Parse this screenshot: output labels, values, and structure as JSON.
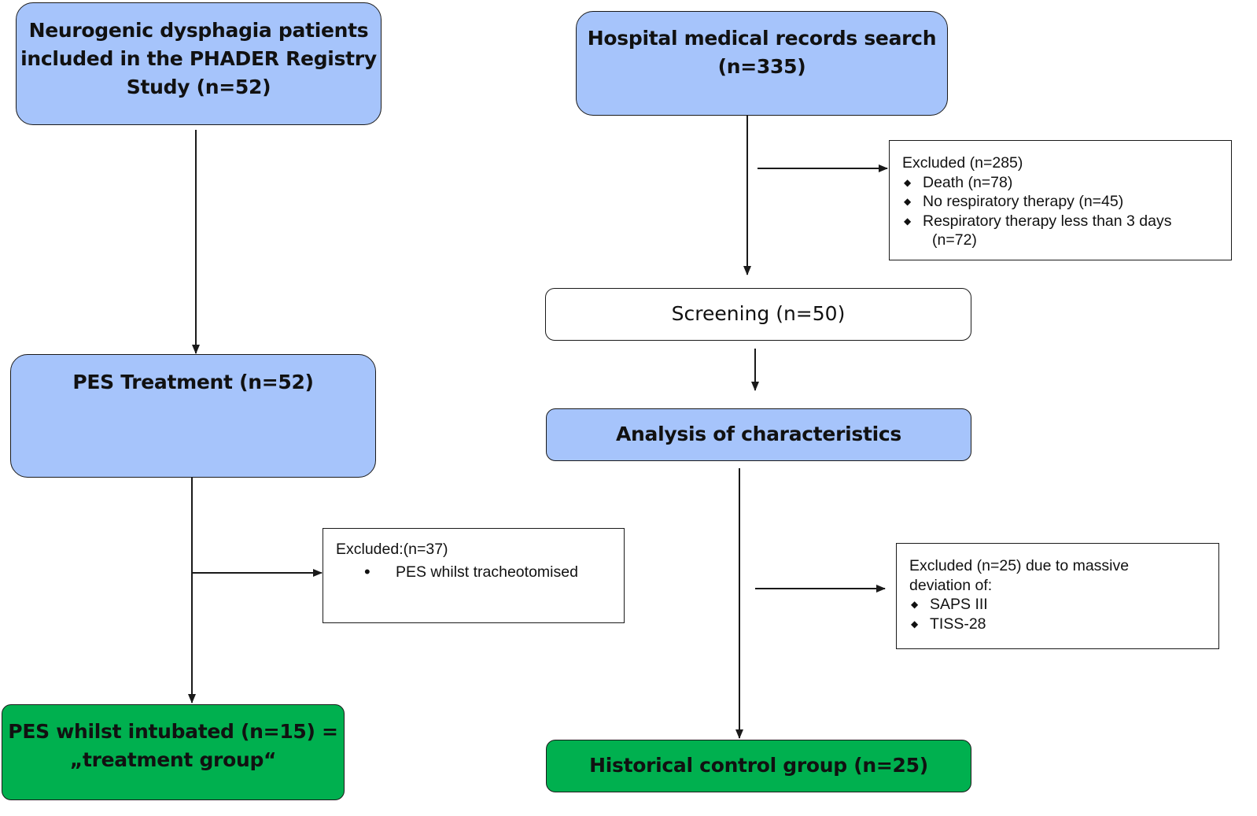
{
  "left_column": {
    "registry_box": {
      "lines": [
        "Neurogenic dysphagia patients",
        "included in the PHADER Registry",
        "Study (n=52)"
      ]
    },
    "pes_treatment_box": {
      "label": "PES Treatment (n=52)"
    },
    "excluded_box": {
      "heading": "Excluded:(n=37)",
      "items": [
        "PES whilst tracheotomised"
      ]
    },
    "treatment_group_box": {
      "lines": [
        "PES whilst intubated (n=15) =",
        "„treatment group“"
      ]
    }
  },
  "right_column": {
    "records_box": {
      "lines": [
        "Hospital medical records search",
        "(n=335)"
      ]
    },
    "excluded_box_1": {
      "heading": "Excluded (n=285)",
      "items": [
        "Death (n=78)",
        "No respiratory therapy (n=45)",
        "Respiratory therapy less than 3 days"
      ],
      "continuation": "(n=72)"
    },
    "screening_box": {
      "label": "Screening (n=50)"
    },
    "analysis_box": {
      "label": "Analysis of characteristics"
    },
    "excluded_box_2": {
      "heading_lines": [
        "Excluded (n=25) due to massive",
        "deviation of:"
      ],
      "items": [
        "SAPS III",
        "TISS-28"
      ]
    },
    "control_group_box": {
      "label": "Historical control group (n=25)"
    }
  },
  "colors": {
    "blue_fill": "#a6c4fb",
    "green_fill": "#00b04f",
    "line": "#1a1a1a"
  }
}
